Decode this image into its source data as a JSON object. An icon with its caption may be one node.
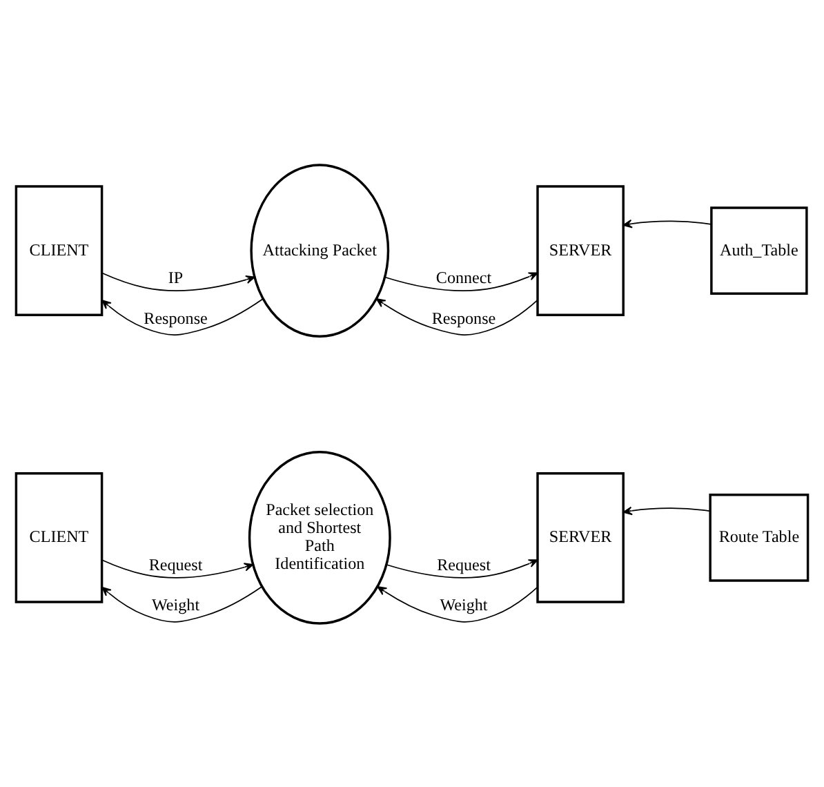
{
  "diagram": {
    "nodes": [
      {
        "text": [
          "CLIENT"
        ]
      },
      {
        "text": [
          "Packet selection and Shortest Path Identification"
        ]
      },
      {
        "text": [
          "SERVER"
        ]
      },
      {
        "text": [
          "Route Table"
        ]
      },
      {
        "text": [
          "CLIENT"
        ]
      },
      {
        "text": [
          "Attacking Packet"
        ]
      },
      {
        "text": [
          "SERVER"
        ]
      },
      {
        "text": [
          "Auth_Table"
        ]
      }
    ],
    "edges": [
      {
        "from": 0,
        "to": 1,
        "arrow": "to",
        "label": "Request"
      },
      {
        "from": 1,
        "to": 0,
        "arrow": "to",
        "label": "Weight"
      },
      {
        "from": 1,
        "to": 2,
        "arrow": "to",
        "label": "Request"
      },
      {
        "from": 2,
        "to": 1,
        "arrow": "to",
        "label": "Weight"
      },
      {
        "from": 3,
        "to": 2,
        "arrow": "to"
      },
      {
        "from": 4,
        "to": 5,
        "arrow": "to",
        "label": "IP"
      },
      {
        "from": 5,
        "to": 4,
        "arrow": "to",
        "label": "Response"
      },
      {
        "from": 5,
        "to": 6,
        "arrow": "to",
        "label": "Connect"
      },
      {
        "from": 6,
        "to": 5,
        "arrow": "to",
        "label": "Response"
      },
      {
        "from": 7,
        "to": 6,
        "arrow": "to"
      }
    ]
  }
}
